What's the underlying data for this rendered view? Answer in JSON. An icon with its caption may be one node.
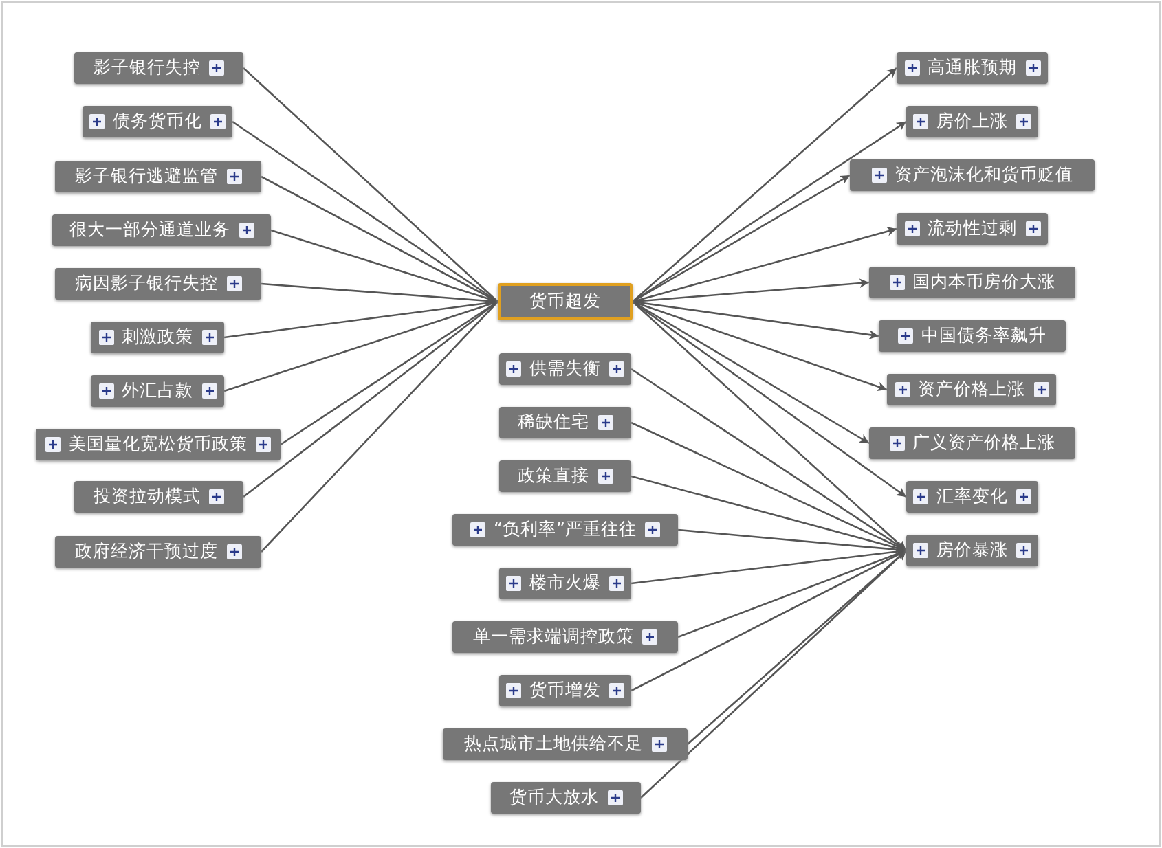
{
  "diagram": {
    "nodes": [
      {
        "text": [
          "影子银行失控"
        ]
      },
      {
        "text": [
          "债务货币化"
        ]
      },
      {
        "text": [
          "影子银行逃避监管"
        ]
      },
      {
        "text": [
          "很大一部分通道业务"
        ]
      },
      {
        "text": [
          "病因影子银行失控"
        ]
      },
      {
        "text": [
          "刺激政策"
        ]
      },
      {
        "text": [
          "外汇占款"
        ]
      },
      {
        "text": [
          "美国量化宽松货币政策"
        ]
      },
      {
        "text": [
          "投资拉动模式"
        ]
      },
      {
        "text": [
          "政府经济干预过度"
        ]
      },
      {
        "text": [
          "货币超发"
        ]
      },
      {
        "text": [
          "高通胀预期"
        ]
      },
      {
        "text": [
          "房价上涨"
        ]
      },
      {
        "text": [
          "资产泡沫化和货币贬值"
        ]
      },
      {
        "text": [
          "流动性过剩"
        ]
      },
      {
        "text": [
          "国内本币房价大涨"
        ]
      },
      {
        "text": [
          "中国债务率飙升"
        ]
      },
      {
        "text": [
          "资产价格上涨"
        ]
      },
      {
        "text": [
          "广义资产价格上涨"
        ]
      },
      {
        "text": [
          "汇率变化"
        ]
      },
      {
        "text": [
          "房价暴涨"
        ]
      },
      {
        "text": [
          "供需失衡"
        ]
      },
      {
        "text": [
          "稀缺住宅"
        ]
      },
      {
        "text": [
          "政策直接"
        ]
      },
      {
        "text": [
          "“负利率”严重往往"
        ]
      },
      {
        "text": [
          "楼市火爆"
        ]
      },
      {
        "text": [
          "单一需求端调控政策"
        ]
      },
      {
        "text": [
          "货币增发"
        ]
      },
      {
        "text": [
          "热点城市土地供给不足"
        ]
      },
      {
        "text": [
          "货币大放水"
        ]
      }
    ],
    "edges": [
      {
        "from": 0,
        "to": 10,
        "arrow": "none"
      },
      {
        "from": 1,
        "to": 10,
        "arrow": "none"
      },
      {
        "from": 2,
        "to": 10,
        "arrow": "none"
      },
      {
        "from": 3,
        "to": 10,
        "arrow": "none"
      },
      {
        "from": 4,
        "to": 10,
        "arrow": "none"
      },
      {
        "from": 5,
        "to": 10,
        "arrow": "none"
      },
      {
        "from": 6,
        "to": 10,
        "arrow": "none"
      },
      {
        "from": 7,
        "to": 10,
        "arrow": "none"
      },
      {
        "from": 8,
        "to": 10,
        "arrow": "none"
      },
      {
        "from": 9,
        "to": 10,
        "arrow": "none"
      },
      {
        "from": 10,
        "to": 11,
        "arrow": "to"
      },
      {
        "from": 10,
        "to": 12,
        "arrow": "to"
      },
      {
        "from": 10,
        "to": 13,
        "arrow": "to"
      },
      {
        "from": 10,
        "to": 14,
        "arrow": "to"
      },
      {
        "from": 10,
        "to": 15,
        "arrow": "to"
      },
      {
        "from": 10,
        "to": 16,
        "arrow": "to"
      },
      {
        "from": 10,
        "to": 17,
        "arrow": "to"
      },
      {
        "from": 10,
        "to": 18,
        "arrow": "to"
      },
      {
        "from": 10,
        "to": 19,
        "arrow": "to"
      },
      {
        "from": 10,
        "to": 20,
        "arrow": "to"
      },
      {
        "from": 21,
        "to": 20,
        "arrow": "to"
      },
      {
        "from": 22,
        "to": 20,
        "arrow": "to"
      },
      {
        "from": 23,
        "to": 20,
        "arrow": "to"
      },
      {
        "from": 24,
        "to": 20,
        "arrow": "to"
      },
      {
        "from": 25,
        "to": 20,
        "arrow": "to"
      },
      {
        "from": 26,
        "to": 20,
        "arrow": "to"
      },
      {
        "from": 27,
        "to": 20,
        "arrow": "to"
      },
      {
        "from": 28,
        "to": 20,
        "arrow": "to"
      },
      {
        "from": 29,
        "to": 20,
        "arrow": "to"
      }
    ]
  }
}
